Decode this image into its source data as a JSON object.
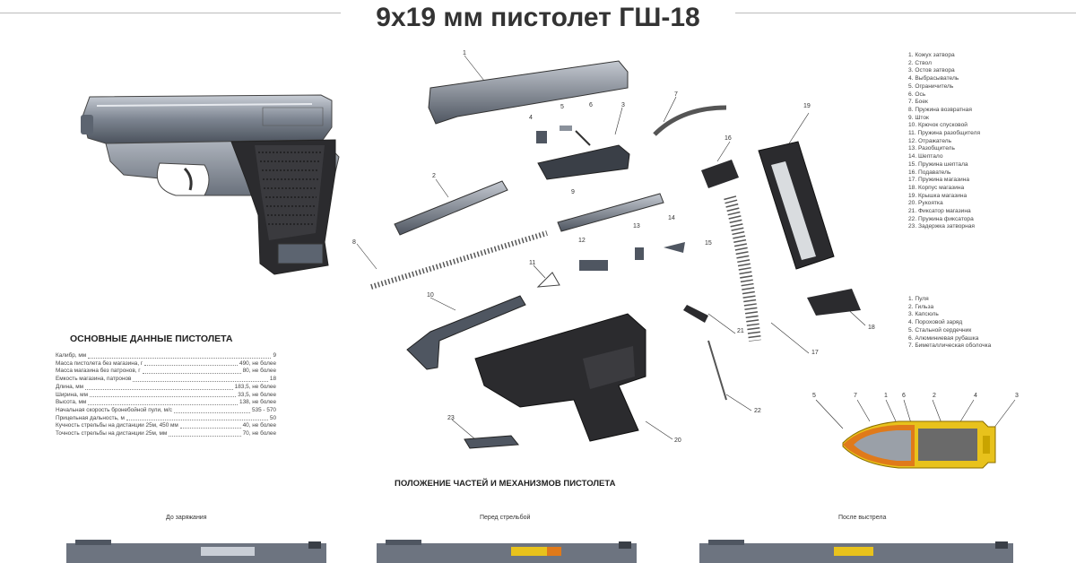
{
  "title": "9х19 мм пистолет ГШ-18",
  "parts_legend": [
    "1. Кожух затвора",
    "2. Ствол",
    "3. Остов затвора",
    "4. Выбрасыватель",
    "5. Ограничитель",
    "6. Ось",
    "7. Боек",
    "8. Пружина возвратная",
    "9. Шток",
    "10. Крючок спусковой",
    "11. Пружина разобщителя",
    "12. Отражатель",
    "13. Разобщитель",
    "14. Шептало",
    "15. Пружина шептала",
    "16. Подаватель",
    "17. Пружина магазина",
    "18. Корпус магазина",
    "19. Крышка магазина",
    "20. Рукоятка",
    "21. Фиксатор магазина",
    "22. Пружина фиксатора",
    "23. Задержка затворная"
  ],
  "cartridge_legend": [
    "1. Пуля",
    "2. Гильза",
    "3. Капсюль",
    "4. Пороховой заряд",
    "5. Стальной сердечник",
    "6. Алюминиевая рубашка",
    "7. Биметаллическая оболочка"
  ],
  "specs": {
    "heading": "ОСНОВНЫЕ ДАННЫЕ ПИСТОЛЕТА",
    "rows": [
      {
        "label": "Калибр, мм",
        "value": "9"
      },
      {
        "label": "Масса пистолета без магазина, г",
        "value": "490, не более"
      },
      {
        "label": "Масса магазина без патронов, г",
        "value": "80, не более"
      },
      {
        "label": "Емкость магазина, патронов",
        "value": "18"
      },
      {
        "label": "Длина, мм",
        "value": "183,5, не более"
      },
      {
        "label": "Ширина, мм",
        "value": "33,5, не более"
      },
      {
        "label": "Высота, мм",
        "value": "138, не более"
      },
      {
        "label": "Начальная скорость бронебойной пули, м/с",
        "value": "535 - 570"
      },
      {
        "label": "Прицельная дальность, м",
        "value": "50"
      },
      {
        "label": "Кучность стрельбы на дистанции 25м, 450 мм",
        "value": "40, не более"
      },
      {
        "label": "Точность стрельбы на дистанции 25м, мм",
        "value": "70, не более"
      }
    ]
  },
  "positions": {
    "heading": "ПОЛОЖЕНИЕ ЧАСТЕЙ И МЕХАНИЗМОВ ПИСТОЛЕТА",
    "captions": [
      "До заряжания",
      "Перед стрельбой",
      "После выстрела"
    ]
  },
  "callouts": {
    "n1": "1",
    "n2": "2",
    "n3": "3",
    "n4": "4",
    "n5": "5",
    "n6": "6",
    "n7": "7",
    "n8": "8",
    "n9": "9",
    "n10": "10",
    "n11": "11",
    "n12": "12",
    "n13": "13",
    "n14": "14",
    "n15": "15",
    "n16": "16",
    "n17": "17",
    "n18": "18",
    "n19": "19",
    "n20": "20",
    "n21": "21",
    "n22": "22",
    "n23": "23",
    "c5": "5",
    "c7": "7",
    "c1": "1",
    "c6": "6",
    "c2": "2",
    "c4": "4",
    "c3": "3"
  },
  "colors": {
    "steel": "#5c6470",
    "steel_light": "#a4abb6",
    "polymer": "#2b2b2e",
    "cartridge_case": "#e8c21c",
    "bullet_jacket": "#e07a1a"
  }
}
